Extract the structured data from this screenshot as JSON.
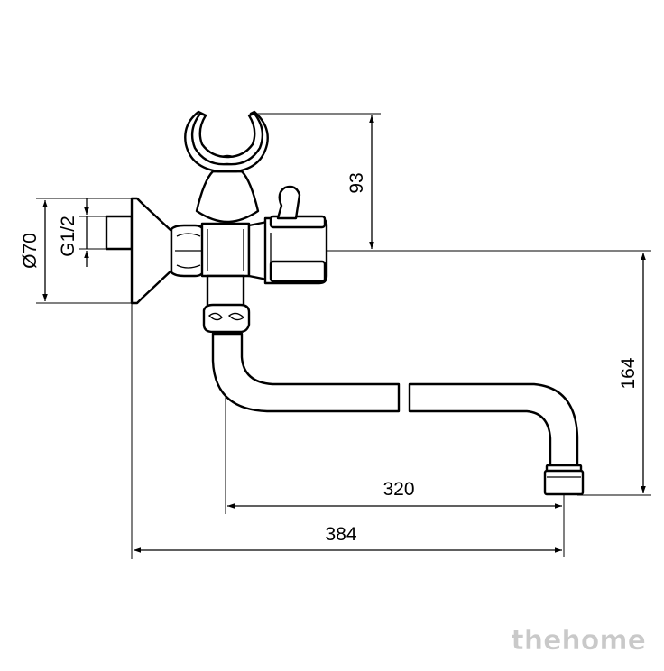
{
  "dimensions": {
    "diameter_flange": "Ø70",
    "thread": "G1/2",
    "holder_height": "93",
    "spout_drop": "164",
    "spout_reach": "320",
    "overall_length": "384"
  },
  "watermark": "thehome"
}
